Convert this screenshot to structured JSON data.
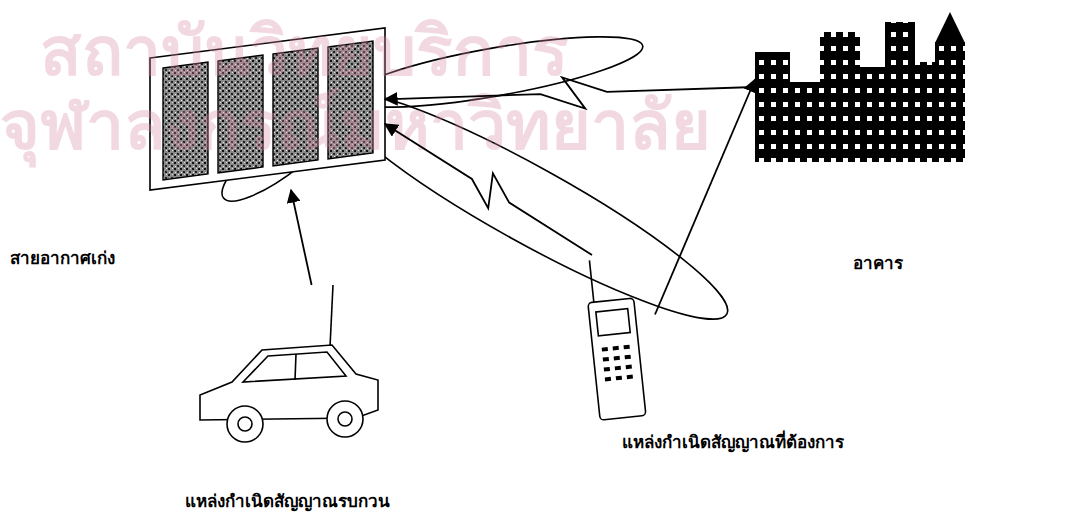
{
  "diagram": {
    "nodes": [
      {
        "text": [
          "สายอากาศเก่ง"
        ]
      },
      {
        "text": [
          "อาคาร"
        ]
      },
      {
        "text": [
          "แหล่งกำเนิดสัญญาณที่ต้องการ"
        ]
      },
      {
        "text": [
          "แหล่งกำเนิดสัญญาณรบกวน"
        ]
      }
    ],
    "edges": [
      {
        "from": 1,
        "to": 0,
        "arrow": "to"
      },
      {
        "from": 2,
        "to": 0,
        "arrow": "to"
      },
      {
        "from": 3,
        "to": 0,
        "arrow": "to"
      },
      {
        "from": 2,
        "to": 1,
        "arrow": "to"
      }
    ],
    "labels": [
      "สถาบันวิทยบริการ",
      "จุฬาลงกรณ์มหาวิทยาลัย"
    ]
  }
}
